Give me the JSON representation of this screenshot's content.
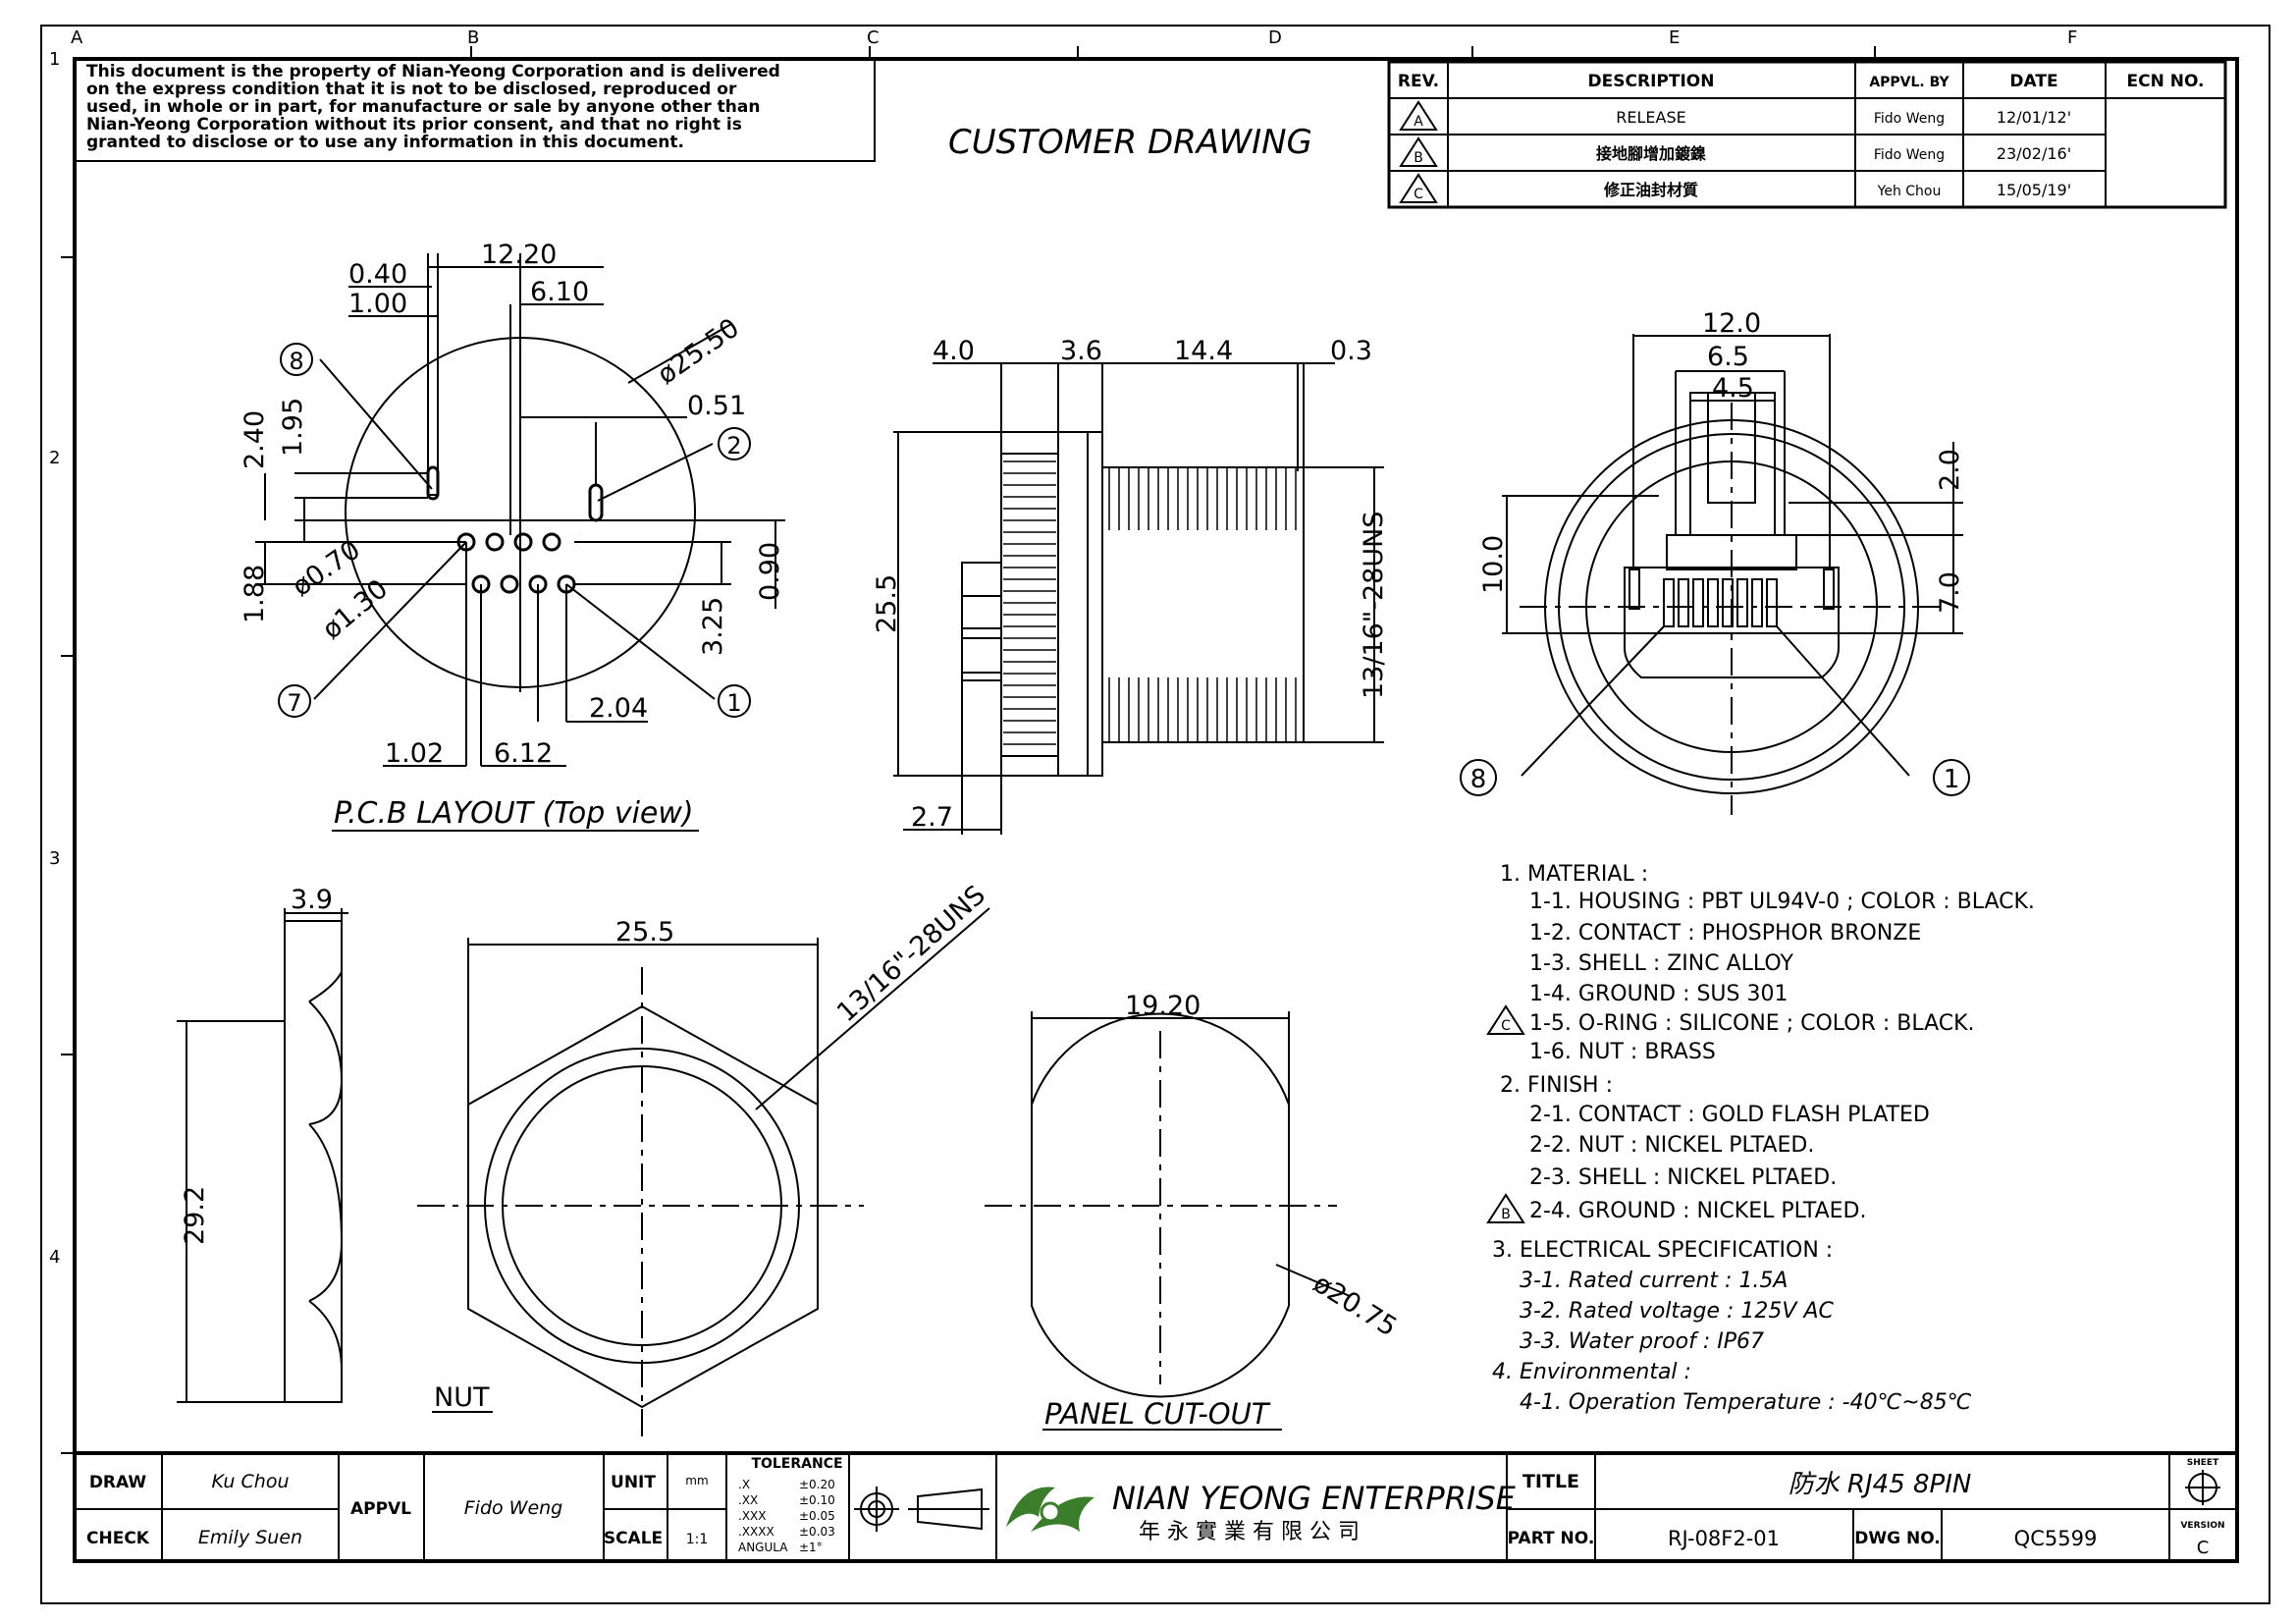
{
  "zone_labels": {
    "columns": [
      "A",
      "B",
      "C",
      "D",
      "E",
      "F"
    ],
    "rows": [
      "1",
      "2",
      "3",
      "4"
    ]
  },
  "notice": [
    "This document is the property of Nian-Yeong Corporation and is delivered",
    "on  the  express condition that it is not to be disclosed, reproduced or",
    "used, in whole or in part, for manufacture or sale by anyone other than",
    "Nian-Yeong Corporation without  its prior consent, and that  no right  is",
    "granted to disclose or to use any information in this  document."
  ],
  "drawing_title": "CUSTOMER  DRAWING",
  "revision_table": {
    "headers": [
      "REV.",
      "DESCRIPTION",
      "APPVL. BY",
      "DATE",
      "ECN NO."
    ],
    "rows": [
      {
        "rev": "A",
        "description": "RELEASE",
        "by": "Fido Weng",
        "date": "12/01/12'",
        "ecn": ""
      },
      {
        "rev": "B",
        "description": "接地腳增加鍍鎳",
        "by": "Fido Weng",
        "date": "23/02/16'",
        "ecn": ""
      },
      {
        "rev": "C",
        "description": "修正油封材質",
        "by": "Yeh Chou",
        "date": "15/05/19'",
        "ecn": ""
      }
    ]
  },
  "pcb": {
    "caption": "P.C.B LAYOUT (Top view)",
    "dims": {
      "d_0_40": "0.40",
      "d_1_00": "1.00",
      "d_12_20": "12.20",
      "d_6_10": "6.10",
      "d_25_50": "ø25.50",
      "d_0_51": "0.51",
      "d_2_40": "2.40",
      "d_1_95": "1.95",
      "d_1_88": "1.88",
      "d_0_70": "ø0.70",
      "d_1_30": "ø1.30",
      "d_0_90": "0.90",
      "d_3_25": "3.25",
      "d_2_04": "2.04",
      "d_1_02": "1.02",
      "d_6_12": "6.12"
    },
    "callouts": {
      "pin8": "8",
      "pin2": "2",
      "pin7": "7",
      "pin1": "1"
    }
  },
  "side": {
    "dims": {
      "d_4_0": "4.0",
      "d_3_6": "3.6",
      "d_14_4": "14.4",
      "d_0_3": "0.3",
      "d_25_5": "25.5",
      "d_thread": "13/16\"-28UNS",
      "d_2_7": "2.7"
    }
  },
  "front": {
    "dims": {
      "d_12_0": "12.0",
      "d_6_5": "6.5",
      "d_4_5": "4.5",
      "d_2_0": "2.0",
      "d_10_0": "10.0",
      "d_7_0": "7.0"
    },
    "callouts": {
      "pin8": "8",
      "pin1": "1"
    }
  },
  "nut_side": {
    "dims": {
      "d_3_9": "3.9",
      "d_29_2": "29.2"
    }
  },
  "nut": {
    "label": "NUT",
    "dims": {
      "d_25_5": "25.5",
      "d_thread": "13/16\"-28UNS"
    }
  },
  "panel": {
    "label": "PANEL CUT-OUT",
    "dims": {
      "d_19_20": "19.20",
      "d_20_75": "ø20.75"
    }
  },
  "notes": {
    "lines": [
      {
        "text": "1. MATERIAL :",
        "rev": ""
      },
      {
        "text": "1-1. HOUSING : PBT UL94V-0 ; COLOR : BLACK.",
        "rev": ""
      },
      {
        "text": "1-2. CONTACT : PHOSPHOR BRONZE",
        "rev": ""
      },
      {
        "text": "1-3. SHELL : ZINC ALLOY",
        "rev": ""
      },
      {
        "text": "1-4. GROUND : SUS 301",
        "rev": ""
      },
      {
        "text": "1-5. O-RING : SILICONE ; COLOR : BLACK.",
        "rev": "C"
      },
      {
        "text": "1-6. NUT : BRASS",
        "rev": ""
      },
      {
        "text": "2. FINISH :",
        "rev": ""
      },
      {
        "text": "2-1. CONTACT : GOLD FLASH PLATED",
        "rev": ""
      },
      {
        "text": "2-2. NUT : NICKEL PLTAED.",
        "rev": ""
      },
      {
        "text": "2-3. SHELL : NICKEL PLTAED.",
        "rev": ""
      },
      {
        "text": "2-4. GROUND : NICKEL PLTAED.",
        "rev": "B"
      },
      {
        "text": "3. ELECTRICAL SPECIFICATION :",
        "rev": ""
      },
      {
        "text": "3-1. Rated current : 1.5A",
        "rev": ""
      },
      {
        "text": "3-2. Rated voltage : 125V AC",
        "rev": ""
      },
      {
        "text": "3-3. Water proof : IP67",
        "rev": ""
      },
      {
        "text": "4. Environmental :",
        "rev": ""
      },
      {
        "text": "4-1. Operation Temperature : -40℃~85℃",
        "rev": ""
      }
    ]
  },
  "title_block": {
    "draw_label": "DRAW",
    "draw_name": "Ku Chou",
    "check_label": "CHECK",
    "check_name": "Emily Suen",
    "appvl_label": "APPVL",
    "appvl_name": "Fido Weng",
    "unit_label": "UNIT",
    "unit_value": "mm",
    "scale_label": "SCALE",
    "scale_value": "1:1",
    "tolerance_title": "TOLERANCE",
    "tolerances": [
      {
        "k": ".X",
        "v": "±0.20"
      },
      {
        "k": ".XX",
        "v": "±0.10"
      },
      {
        "k": ".XXX",
        "v": "±0.05"
      },
      {
        "k": ".XXXX",
        "v": "±0.03"
      },
      {
        "k": "ANGULA",
        "v": "±1°"
      }
    ],
    "company_en": "NIAN YEONG ENTERPRISE",
    "company_zh": "年 永 實 業 有 限 公 司",
    "title_label": "TITLE",
    "title_value": "防水 RJ45 8PIN",
    "partno_label": "PART NO.",
    "partno_value": "RJ-08F2-01",
    "dwgno_label": "DWG NO.",
    "dwgno_value": "QC5599",
    "sheet_label": "SHEET",
    "version_label": "VERSION",
    "version_value": "C"
  },
  "colors": {
    "ink": "#000000",
    "logo_green": "#3a7d2a",
    "paper": "#ffffff"
  }
}
